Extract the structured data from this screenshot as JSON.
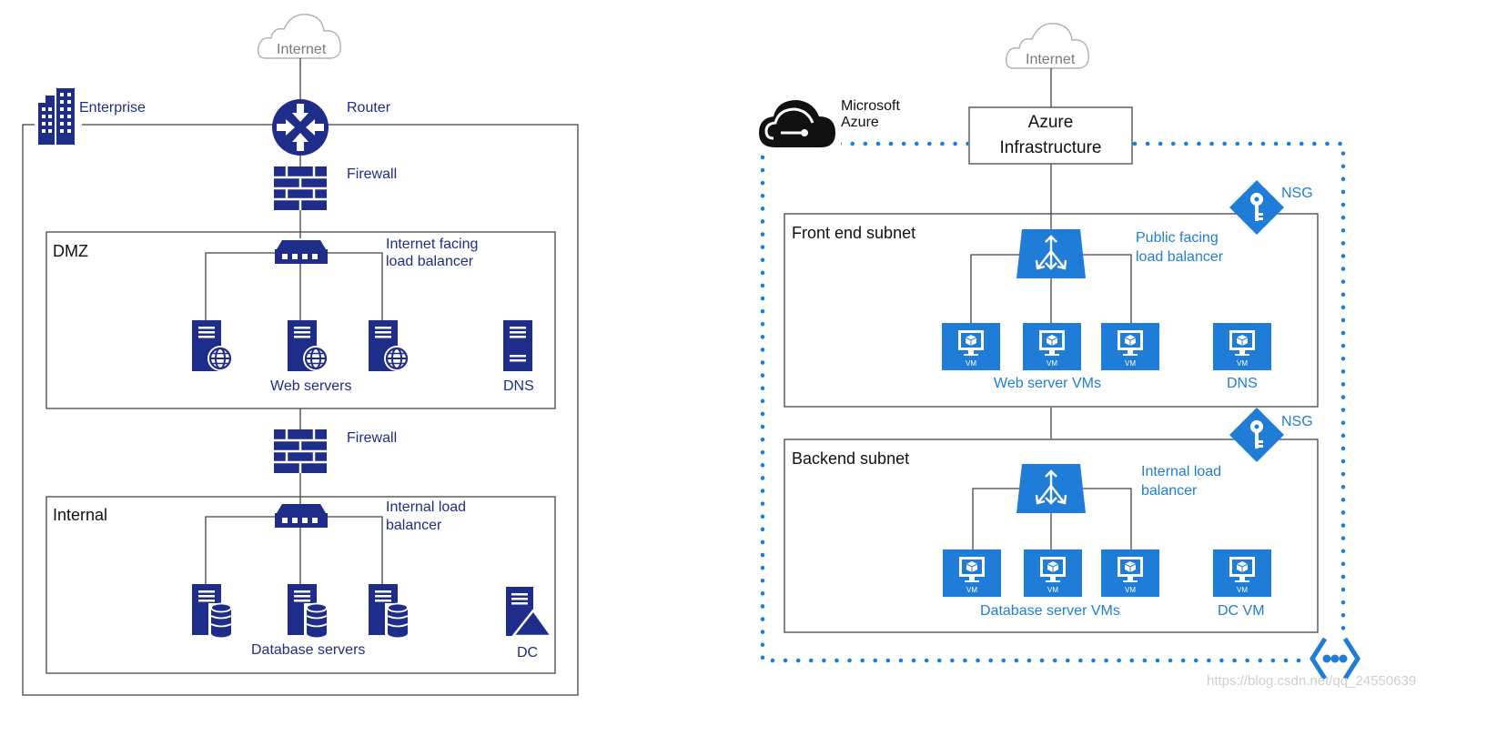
{
  "left": {
    "internet": "Internet",
    "enterprise": "Enterprise",
    "router": "Router",
    "firewall_top": "Firewall",
    "dmz": "DMZ",
    "internet_lb": [
      "Internet facing",
      "load balancer"
    ],
    "web_servers": "Web servers",
    "dns": "DNS",
    "firewall_mid": "Firewall",
    "internal": "Internal",
    "internal_lb": [
      "Internal load",
      "balancer"
    ],
    "database_servers": "Database servers",
    "dc": "DC"
  },
  "right": {
    "internet": "Internet",
    "microsoft_azure": [
      "Microsoft",
      "Azure"
    ],
    "azure_infrastructure": [
      "Azure",
      "Infrastructure"
    ],
    "nsg_top": "NSG",
    "front_end_subnet": "Front end subnet",
    "public_lb": [
      "Public facing",
      "load balancer"
    ],
    "vm_label": "VM",
    "web_server_vms": "Web server VMs",
    "dns": "DNS",
    "nsg_bottom": "NSG",
    "backend_subnet": "Backend subnet",
    "internal_lb": [
      "Internal load",
      "balancer"
    ],
    "database_server_vms": "Database server VMs",
    "dc_vm": "DC VM"
  },
  "watermark": "https://blog.csdn.net/qq_24550639",
  "colors": {
    "navy": "#1f2d8a",
    "azure_blue": "#1f7dd8",
    "cloud_gray": "#b0b0b0",
    "line": "#444444"
  }
}
